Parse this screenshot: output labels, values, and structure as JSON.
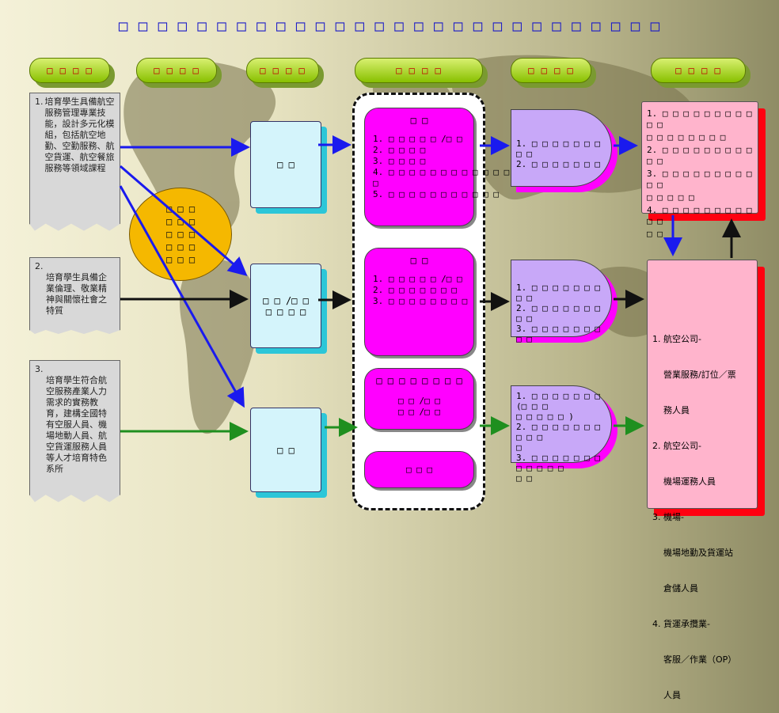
{
  "title": "□ □ □ □ □ □ □ □ □ □ □ □ □   □ □ □ □ □ □ □ □ □ □ □ □ □ □ □",
  "headers": [
    "□ □ □ □",
    "□ □ □ □",
    "□ □ □ □",
    "□ □ □ □",
    "□ □ □ □",
    "□ □ □ □"
  ],
  "goals": [
    {
      "number": "1.",
      "text": "培育學生具備航空服務管理專業技能，設計多元化模組，包括航空地勤、空勤服務、航空貨運、航空餐旅服務等領域課程"
    },
    {
      "number": "2.",
      "text": "培育學生具備企業倫理、敬業精神與關懷社會之特質"
    },
    {
      "number": "3.",
      "text": "培育學生符合航空服務產業人力需求的實務教育，建構全國特有空服人員、機場地動人員、航空貨運服務人員等人才培育特色系所"
    }
  ],
  "circle": {
    "lines": [
      "□ □ □",
      "□ □ □",
      "□ □ □",
      "□ □ □",
      "□ □ □"
    ]
  },
  "cyan_boxes": [
    {
      "label": "□ □"
    },
    {
      "label": "□ □ /□ □\n□ □ □ □"
    },
    {
      "label": "□ □"
    }
  ],
  "curriculum": [
    {
      "heading": "□ □",
      "lines": [
        "1. □ □ □ □ □ /□ □",
        "2. □ □ □ □",
        "3. □ □ □ □",
        "4. □ □ □ □ □ □ □ □ □ □ □ □",
        "□",
        "5. □ □ □ □ □ □ □ □ □ □ □"
      ]
    },
    {
      "heading": "□ □",
      "lines": [
        "1. □ □ □ □ □ /□ □",
        "2. □ □ □ □ □ □ □",
        "3. □ □ □ □ □ □ □ □"
      ]
    },
    {
      "heading": "□ □ □ □ □ □ □ □",
      "lines": [
        "□ □ /□ □",
        "□ □ /□ □"
      ]
    },
    {
      "heading": "□ □ □",
      "lines": []
    }
  ],
  "skills": [
    {
      "lines": [
        "1. □ □ □ □ □ □ □ □ □",
        "2. □ □ □ □ □ □ □"
      ]
    },
    {
      "lines": [
        "1. □ □ □ □ □ □ □ □ □",
        "2. □ □ □ □ □ □ □ □ □",
        "3. □ □ □ □ □ □ □ □ □"
      ]
    },
    {
      "lines": [
        "1. □ □ □ □ □ □ □ (□ □ □",
        "□ □ □ □ □ )",
        "2. □ □ □ □ □ □ □ □ □ □",
        "□",
        "3. □ □ □ □ □ □ □ □ □ □ □ □",
        "□ □"
      ]
    }
  ],
  "career_top": {
    "lines": [
      "1. □ □ □ □ □ □ □ □ □ □ □",
      "□ □ □ □ □ □ □ □",
      "2. □ □ □ □ □ □ □ □ □ □ □",
      "3. □ □ □ □ □ □ □ □ □ □ □",
      "□ □ □ □ □",
      "4. □ □ □ □ □ □ □ □ □ □ □",
      "□ □"
    ]
  },
  "career_bottom": {
    "lines": [
      "1. 航空公司-",
      "    營業服務/訂位／票",
      "    務人員",
      "2. 航空公司-",
      "    機場運務人員",
      "3. 機場-",
      "    機場地勤及貨運站",
      "    倉儲人員",
      "4. 貨運承攬業-",
      "    客服／作業（OP）",
      "    人員"
    ]
  },
  "colors": {
    "blue": "#1a1aee",
    "black": "#111111",
    "green": "#1f8f1f",
    "magenta": "#ff00ff",
    "pink": "#ffb4cc",
    "red": "#ff0010"
  }
}
